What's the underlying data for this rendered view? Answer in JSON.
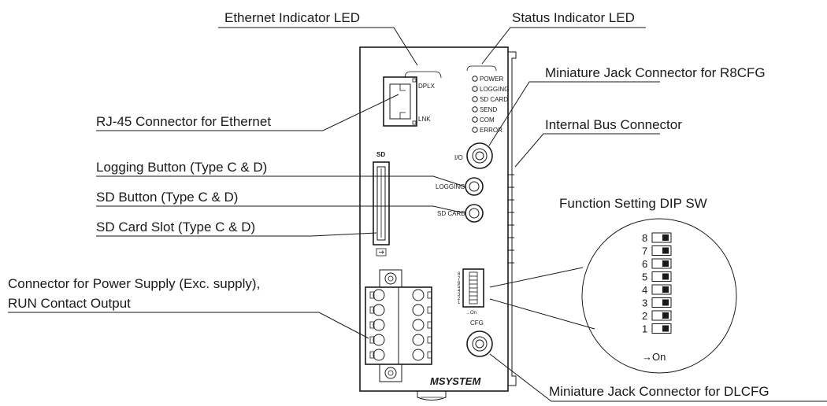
{
  "callouts": {
    "ethernet_led": "Ethernet Indicator LED",
    "status_led": "Status Indicator LED",
    "jack_r8cfg": "Miniature Jack Connector for R8CFG",
    "rj45": "RJ-45 Connector for Ethernet",
    "internal_bus": "Internal Bus Connector",
    "logging_button": "Logging Button (Type C & D)",
    "sd_button": "SD Button (Type C & D)",
    "function_dip": "Function Setting DIP SW",
    "sd_slot": "SD Card Slot (Type C & D)",
    "power_connector_line1": "Connector for Power Supply (Exc. supply),",
    "power_connector_line2": "RUN Contact Output",
    "jack_dlcfg": "Miniature Jack Connector for DLCFG"
  },
  "panel": {
    "dplx": "DPLX",
    "lnk": "LNK",
    "sd": "SD",
    "io": "I/O",
    "logging": "LOGGING",
    "sd_card": "SD CARD",
    "cfg": "CFG",
    "on_small": "→On",
    "brand": "MSYSTEM",
    "status_leds": [
      "POWER",
      "LOGGING",
      "SD CARD",
      "SEND",
      "COM",
      "ERROR"
    ]
  },
  "dip_switch": {
    "positions": [
      "8",
      "7",
      "6",
      "5",
      "4",
      "3",
      "2",
      "1"
    ],
    "on_label": "→On",
    "state": [
      "off",
      "off",
      "off",
      "off",
      "off",
      "off",
      "off",
      "off"
    ]
  }
}
